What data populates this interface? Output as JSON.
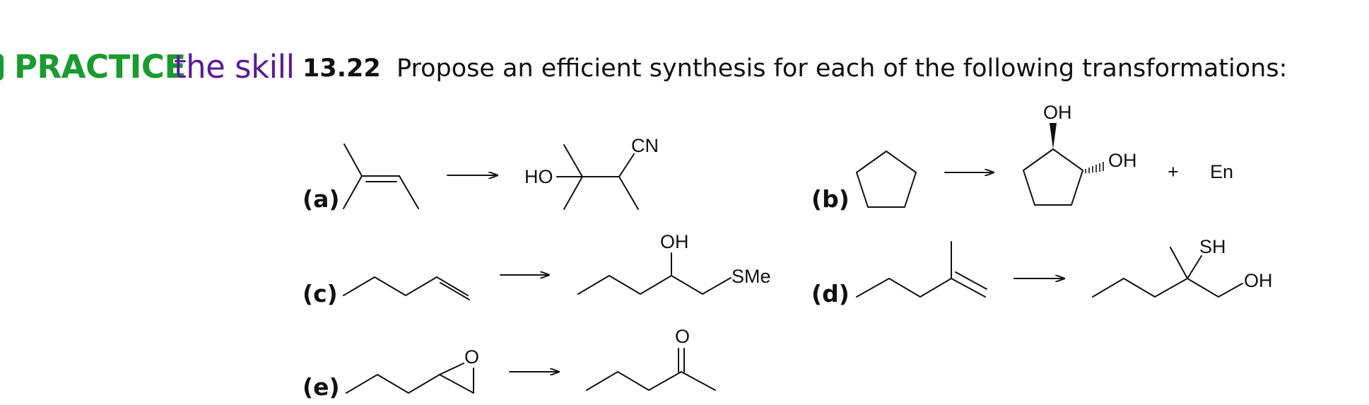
{
  "header": {
    "practice": "PRACTICE",
    "skill": "the skill",
    "problem_number": "13.22",
    "prompt": "Propose an efficient synthesis for each of the following transformations:"
  },
  "parts": {
    "a": {
      "label": "(a)",
      "product_groups": [
        "HO",
        "CN"
      ]
    },
    "b": {
      "label": "(b)",
      "product_groups": [
        "OH",
        "OH"
      ],
      "plus": "+",
      "extra": "En"
    },
    "c": {
      "label": "(c)",
      "product_groups": [
        "OH",
        "SMe"
      ]
    },
    "d": {
      "label": "(d)",
      "product_groups": [
        "SH",
        "OH"
      ]
    },
    "e": {
      "label": "(e)",
      "reactant_groups": [
        "O"
      ],
      "product_groups": [
        "O"
      ]
    }
  },
  "colors": {
    "practice": "#1a9a2f",
    "skill": "#5a1a9a",
    "text": "#111111"
  }
}
